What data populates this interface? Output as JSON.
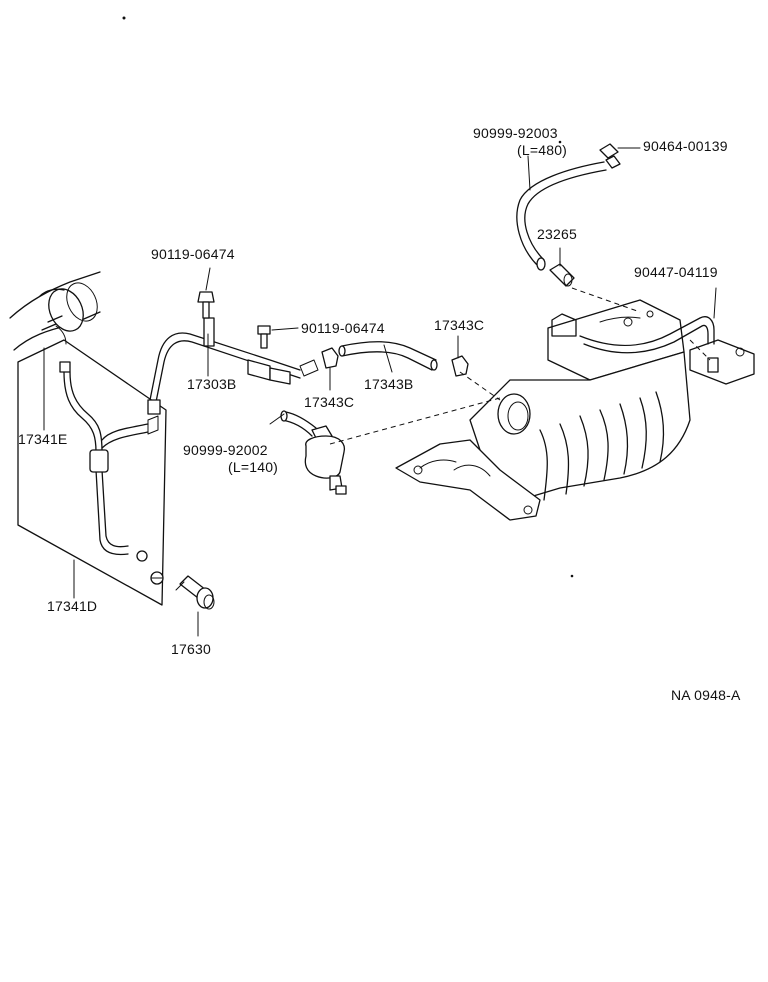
{
  "labels": {
    "p90999_92003": "90999-92003",
    "p90999_92003_len": "(L=480)",
    "p90464_00139": "90464-00139",
    "p23265": "23265",
    "p90447_04119": "90447-04119",
    "p90119_06474_a": "90119-06474",
    "p90119_06474_b": "90119-06474",
    "p17343C_a": "17343C",
    "p17303B": "17303B",
    "p17343C_b": "17343C",
    "p17343B": "17343B",
    "p17341E": "17341E",
    "p90999_92002": "90999-92002",
    "p90999_92002_len": "(L=140)",
    "p17341D": "17341D",
    "p17630": "17630",
    "code": "NA 0948-A"
  }
}
